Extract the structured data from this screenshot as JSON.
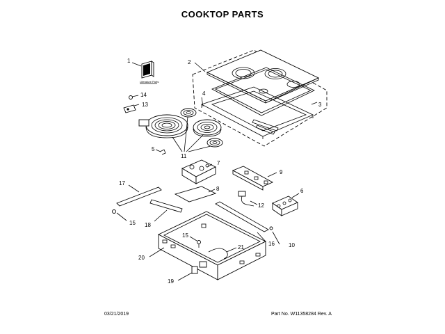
{
  "title": "COOKTOP PARTS",
  "footer": {
    "date": "03/21/2019",
    "part_number": "Part No.  W11358284  Rev. A"
  },
  "literature_label": "Literature Parts",
  "callouts": {
    "c1": "1",
    "c2": "2",
    "c3": "3",
    "c4": "4",
    "c5": "5",
    "c6": "6",
    "c7": "7",
    "c8": "8",
    "c9": "9",
    "c10": "10",
    "c11": "11",
    "c12": "12",
    "c13": "13",
    "c14": "14",
    "c15a": "15",
    "c15b": "15",
    "c16": "16",
    "c17": "17",
    "c18": "18",
    "c19": "19",
    "c20": "20",
    "c21": "21"
  }
}
